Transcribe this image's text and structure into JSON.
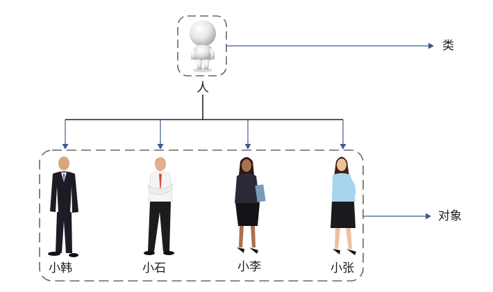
{
  "class_node": {
    "label": "人"
  },
  "annotations": {
    "class_label": "类",
    "object_label": "对象"
  },
  "objects": [
    {
      "label": "小韩"
    },
    {
      "label": "小石"
    },
    {
      "label": "小李"
    },
    {
      "label": "小张"
    }
  ],
  "colors": {
    "connector": "#1f1f1f",
    "arrow": "#3d5a8a",
    "dashed_border": "#666666",
    "figure_suit_dark": "#1e1b24",
    "figure_skin": "#e8b48a",
    "figure_shirt_blue": "#a8d4ee"
  },
  "icons": [
    "person-3d-icon",
    "businessman-icon",
    "businessman-shirt-icon",
    "businesswoman-icon",
    "woman-blue-blouse-icon"
  ]
}
